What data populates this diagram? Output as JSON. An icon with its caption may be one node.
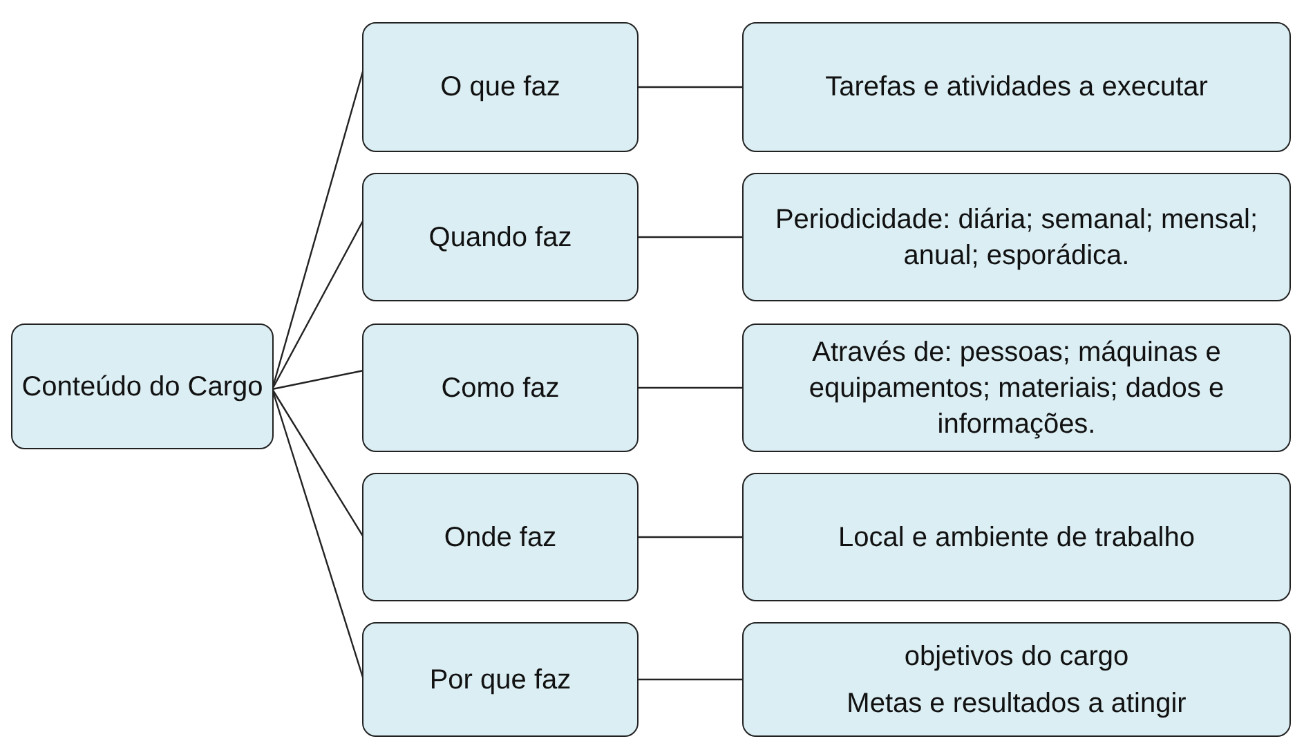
{
  "diagram": {
    "nodes": [
      {
        "text": [
          "Conteúdo do Cargo"
        ]
      },
      {
        "text": [
          "O que faz"
        ]
      },
      {
        "text": [
          "Tarefas e atividades a executar"
        ]
      },
      {
        "text": [
          "Quando faz"
        ]
      },
      {
        "text": [
          "Periodicidade: diária; semanal; mensal; anual; esporádica."
        ]
      },
      {
        "text": [
          "Como faz"
        ]
      },
      {
        "text": [
          "Através de: pessoas; máquinas e equipamentos; materiais; dados e informações."
        ]
      },
      {
        "text": [
          "Onde faz"
        ]
      },
      {
        "text": [
          "Local e ambiente de trabalho"
        ]
      },
      {
        "text": [
          "Por que faz"
        ]
      },
      {
        "text": [
          "objetivos do cargo",
          "Metas e resultados a atingir"
        ]
      }
    ],
    "edges": [
      {
        "from": 0,
        "to": 1,
        "arrow": "none"
      },
      {
        "from": 1,
        "to": 2,
        "arrow": "none"
      },
      {
        "from": 0,
        "to": 3,
        "arrow": "none"
      },
      {
        "from": 3,
        "to": 4,
        "arrow": "none"
      },
      {
        "from": 0,
        "to": 5,
        "arrow": "none"
      },
      {
        "from": 5,
        "to": 6,
        "arrow": "none"
      },
      {
        "from": 0,
        "to": 7,
        "arrow": "none"
      },
      {
        "from": 7,
        "to": 8,
        "arrow": "none"
      },
      {
        "from": 0,
        "to": 9,
        "arrow": "none"
      },
      {
        "from": 9,
        "to": 10,
        "arrow": "none"
      }
    ]
  }
}
